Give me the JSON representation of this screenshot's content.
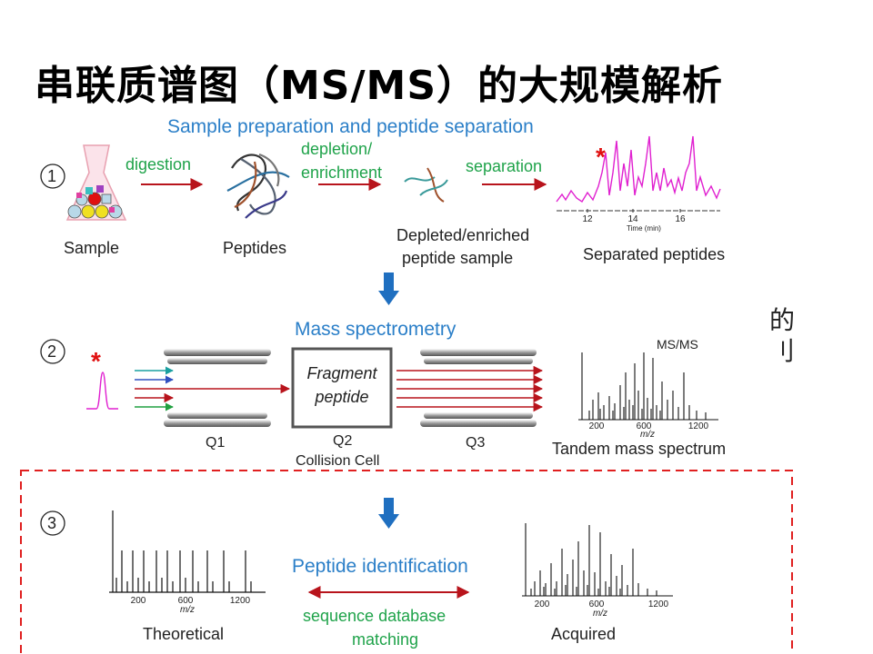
{
  "title": "串联质谱图（MS/MS）的大规模解析",
  "section1": {
    "heading": "Sample preparation and peptide separation",
    "number": "1",
    "sample": "Sample",
    "digestion": "digestion",
    "peptides": "Peptides",
    "depletion": "depletion/",
    "enrichment": "enrichment",
    "depleted1": "Depleted/enriched",
    "depleted2": "peptide sample",
    "separation": "separation",
    "separated": "Separated peptides",
    "star": "*",
    "time_ticks": [
      "12",
      "14",
      "16"
    ],
    "time_label": "Time (min)"
  },
  "section2": {
    "heading": "Mass spectrometry",
    "number": "2",
    "star": "*",
    "fragment1": "Fragment",
    "fragment2": "peptide",
    "q1": "Q1",
    "q2": "Q2",
    "collision": "Collision Cell",
    "q3": "Q3",
    "msms": "MS/MS",
    "tandem": "Tandem mass spectrum",
    "ticks": [
      "200",
      "600",
      "1200"
    ],
    "mz": "m/z",
    "partial_text": [
      "的",
      "刂"
    ]
  },
  "section3": {
    "number": "3",
    "identification": "Peptide identification",
    "matching1": "sequence database",
    "matching2": "matching",
    "theoretical": "Theoretical",
    "acquired": "Acquired",
    "ticks": [
      "200",
      "600",
      "1200"
    ],
    "mz": "m/z"
  },
  "colors": {
    "arrow_red": "#b8141c",
    "blue_arrow": "#1f6fc0",
    "magenta": "#e020d0",
    "dash_red": "#e02020"
  }
}
